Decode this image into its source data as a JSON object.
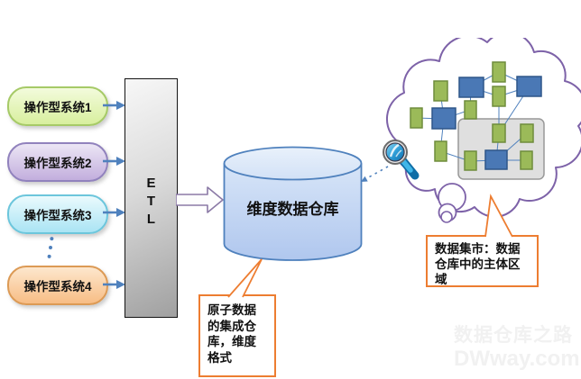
{
  "diagram": {
    "source_systems": [
      {
        "label": "操作型系统1",
        "fill_top": "#f3fbdc",
        "fill_bottom": "#d8ef9e",
        "border": "#a6ca67"
      },
      {
        "label": "操作型系统2",
        "fill_top": "#ece6f5",
        "fill_bottom": "#c2aedd",
        "border": "#9182bd"
      },
      {
        "label": "操作型系统3",
        "fill_top": "#eafafd",
        "fill_bottom": "#aae4f4",
        "border": "#6cc6dc"
      },
      {
        "label": "操作型系统4",
        "fill_top": "#fde7cd",
        "fill_bottom": "#f7bd85",
        "border": "#dc9a55"
      }
    ],
    "etl_box": {
      "letters": [
        "E",
        "T",
        "L"
      ],
      "fill": "#d8d8d8",
      "border": "#141414"
    },
    "warehouse_cylinder": {
      "label": "维度数据仓库",
      "fill": "#c9dbf5",
      "border": "#4f81bd"
    },
    "warehouse_callout": {
      "full_text": "原子数据的集成仓库，维度格式",
      "lines": [
        "原子数据",
        "的集成仓",
        "库，维度",
        "格式"
      ],
      "border": "#ed7d31"
    },
    "datamart_callout": {
      "full_text": "数据集市：数据仓库中的主体区域",
      "lines": [
        "数据集市：数据",
        "仓库中的主体区",
        "域"
      ],
      "border": "#ed7d31"
    },
    "cloud": {
      "outline_color": "#7d62a8",
      "fact_node_color": "#4a78b5",
      "dimension_node_color": "#9bba59",
      "datamart_region_fill": "#dcdcdc",
      "connector_color": "#4f81bd"
    },
    "arrow_color": "#4f81bd",
    "watermark": {
      "line1": "数据仓库之路",
      "line2": "DWway.com"
    }
  }
}
